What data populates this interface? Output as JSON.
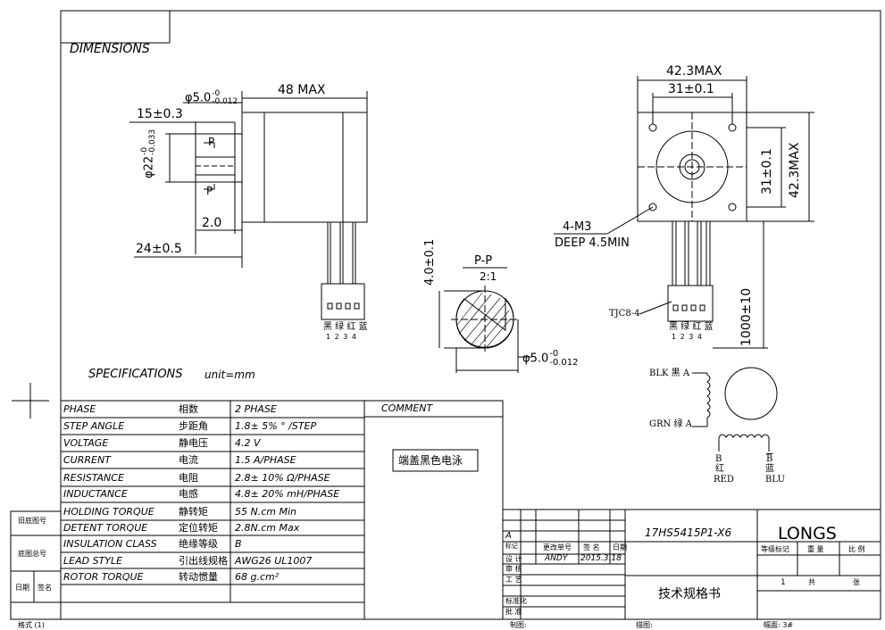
{
  "section_title": "DIMENSIONS",
  "specs_title": "SPECIFICATIONS",
  "specs_unit": "unit=mm",
  "dims": {
    "shaft_dia": "φ5.0",
    "shaft_tol_top": "-0",
    "shaft_tol_bot": "-0.012",
    "length": "48 MAX",
    "shaft_len": "15±0.3",
    "boss_dia": "φ22",
    "boss_tol_top": "-0",
    "boss_tol_bot": "-0.033",
    "boss_height": "2.0",
    "shaft_total": "24±0.5",
    "p_label": "P",
    "width_max": "42.3MAX",
    "hole_pitch": "31±0.1",
    "hole_pitch_v": "31±0.1",
    "height_max": "42.3MAX",
    "holes": "4-M3",
    "deep": "DEEP 4.5MIN",
    "flat": "4.0±0.1",
    "pp": "P-P",
    "scale": "2:1",
    "flat_dia": "φ5.0",
    "flat_tol_top": "-0",
    "flat_tol_bot": "-0.012",
    "connector": "TJC8-4",
    "lead_len": "1000±10"
  },
  "wire_colors_cn": "黑 绿 红 蓝",
  "wire_numbers": "1 2 3 4",
  "wiring": {
    "blk": "BLK 黑 A",
    "grn": "GRN 绿 A",
    "b_left": "B",
    "b_right": "B",
    "red_cn": "红",
    "red": "RED",
    "blue_cn": "蓝",
    "blu": "BLU"
  },
  "spec_rows": [
    {
      "en": "PHASE",
      "cn": "相数",
      "val": "2  PHASE"
    },
    {
      "en": "STEP ANGLE",
      "cn": "步距角",
      "val": "1.8± 5% ° /STEP"
    },
    {
      "en": "VOLTAGE",
      "cn": "静电压",
      "val": "4.2 V"
    },
    {
      "en": "CURRENT",
      "cn": "电流",
      "val": "1.5 A/PHASE"
    },
    {
      "en": "RESISTANCE",
      "cn": "电阻",
      "val": "2.8± 10%  Ω/PHASE"
    },
    {
      "en": "INDUCTANCE",
      "cn": "电感",
      "val": "4.8± 20% mH/PHASE"
    },
    {
      "en": "HOLDING TORQUE",
      "cn": "静转矩",
      "val": "55  N.cm Min"
    },
    {
      "en": "DETENT TORQUE",
      "cn": "定位转矩",
      "val": "2.8N.cm Max"
    },
    {
      "en": "INSULATION CLASS",
      "cn": "绝缘等级",
      "val": "B"
    },
    {
      "en": "LEAD STYLE",
      "cn": "引出线规格",
      "val": "AWG26 UL1007"
    },
    {
      "en": "ROTOR TORQUE",
      "cn": "转动惯量",
      "val": "68 g.cm²"
    }
  ],
  "comment_header": "COMMENT",
  "comment_text": "端盖黑色电泳",
  "left_margin": {
    "old_no": "旧底图号",
    "base_total": "底图总号",
    "date": "日期",
    "sign": "签名",
    "format": "格式 (1)"
  },
  "title_block": {
    "model": "17HS5415P1-X6",
    "brand": "LONGS",
    "doc_title": "技术规格书",
    "rev_a": "A",
    "marker": "标记",
    "change_no": "更改单号",
    "sign": "签 名",
    "date": "日期",
    "design": "设  计",
    "designer": "ANDY",
    "design_date": "2015.3.18",
    "review": "审  核",
    "process": "工  艺",
    "standard": "标准化",
    "approve": "批  准",
    "grade_mark": "等级标记",
    "weight": "重  量",
    "ratio": "比  例",
    "sheet_no": "1",
    "total": "共",
    "sheet": "张",
    "drawn_by": "制图:",
    "traced_by": "描图:",
    "size": "幅面: 3#"
  }
}
